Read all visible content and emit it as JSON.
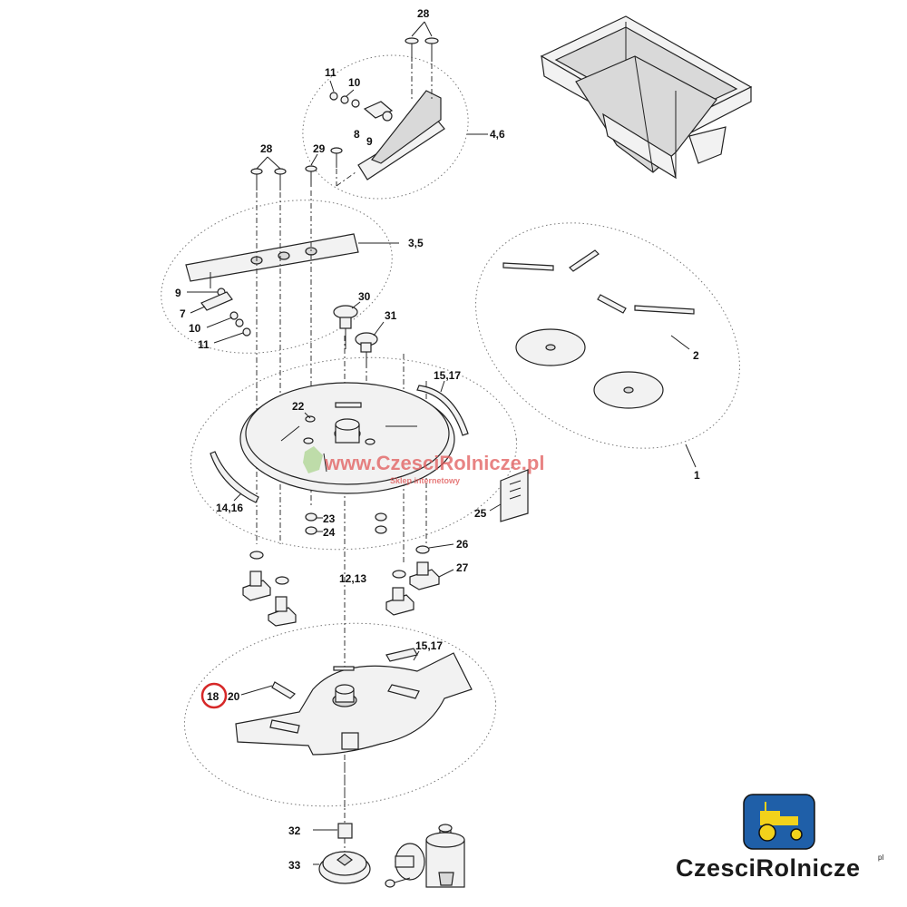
{
  "diagram": {
    "callouts": {
      "c28a": "28",
      "c11a": "11",
      "c10a": "10",
      "c8": "8",
      "c9a": "9",
      "c46": "4,6",
      "c28b": "28",
      "c29": "29",
      "c35": "3,5",
      "c9b": "9",
      "c7": "7",
      "c10b": "10",
      "c11b": "11",
      "c30": "30",
      "c31": "31",
      "c2": "2",
      "c1": "1",
      "c1517a": "15,17",
      "c22": "22",
      "c1416": "14,16",
      "c25": "25",
      "c23": "23",
      "c24": "24",
      "c26": "26",
      "c27": "27",
      "c1213": "12,13",
      "c1517b": "15,17",
      "c18": "18",
      "c20": "20",
      "c32": "32",
      "c33": "33"
    },
    "highlighted_callout": "18",
    "highlight_color": "#d62828"
  },
  "watermark": {
    "url": "www.CzesciRolnicze.pl",
    "subtitle": "Sklep internetowy"
  },
  "logo": {
    "name": "CzesciRolnicze",
    "suffix": "pl",
    "badge_color": "#1f5fa8",
    "tractor_color": "#f2d21b",
    "icon": "tractor-icon"
  }
}
